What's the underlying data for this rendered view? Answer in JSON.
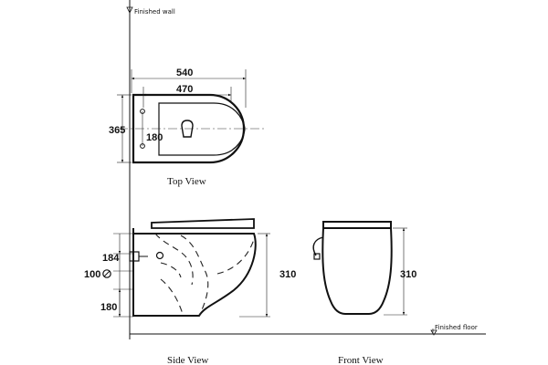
{
  "labels": {
    "finished_wall": "Finished wall",
    "finished_floor": "Finished floor",
    "top_view": "Top View",
    "side_view": "Side View",
    "front_view": "Front View"
  },
  "dimensions": {
    "top_width_outer": "540",
    "top_width_inner": "470",
    "top_depth": "365",
    "top_holes": "180",
    "side_inlet": "184",
    "side_outlet": "100",
    "side_floor": "180",
    "side_height": "310",
    "front_height": "310"
  }
}
